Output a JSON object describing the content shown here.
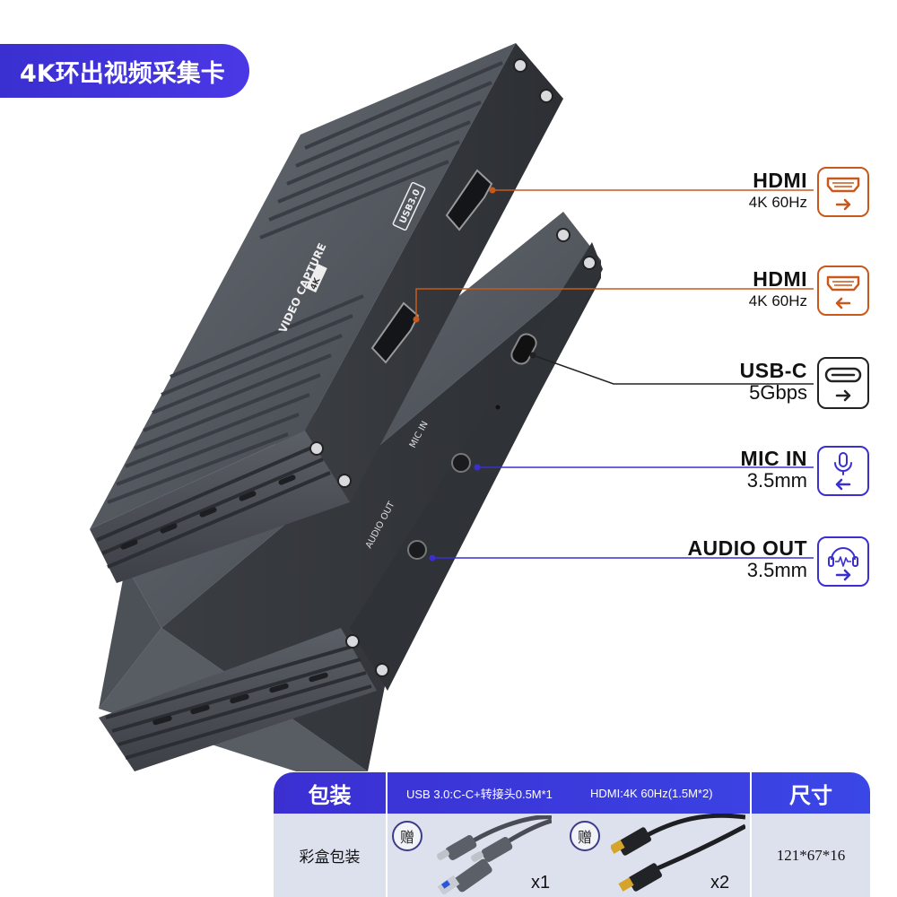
{
  "title": "4K环出视频采集卡",
  "device": {
    "top_label_side": "USB3.0",
    "top_label_main": "VIDEO CAPTURE",
    "top_badge": "4K",
    "port_labels": [
      "MIC IN",
      "AUDIO OUT"
    ]
  },
  "callouts": [
    {
      "name": "HDMI",
      "sub": "4K 60Hz",
      "icon": "hdmi-out-icon",
      "color": "#c8591b"
    },
    {
      "name": "HDMI",
      "sub": "4K 60Hz",
      "icon": "hdmi-in-icon",
      "color": "#c8591b"
    },
    {
      "name": "USB-C",
      "sub": "5Gbps",
      "icon": "usb-c-icon",
      "color": "#222222"
    },
    {
      "name": "MIC IN",
      "sub": "3.5mm",
      "icon": "microphone-icon",
      "color": "#3b2fd2"
    },
    {
      "name": "AUDIO OUT",
      "sub": "3.5mm",
      "icon": "headset-icon",
      "color": "#3b2fd2"
    }
  ],
  "table": {
    "header_packaging": "包装",
    "header_usb": "USB 3.0:C-C+转接头0.5M*1",
    "header_hdmi": "HDMI:4K 60Hz(1.5M*2)",
    "header_size": "尺寸",
    "packaging_value": "彩盒包装",
    "gift_label": "赠",
    "usb_qty": "x1",
    "hdmi_qty": "x2",
    "size_value": "121*67*16"
  },
  "colors": {
    "accent": "#3b2fd2",
    "orange": "#c8591b",
    "body": "#4a4e55"
  }
}
